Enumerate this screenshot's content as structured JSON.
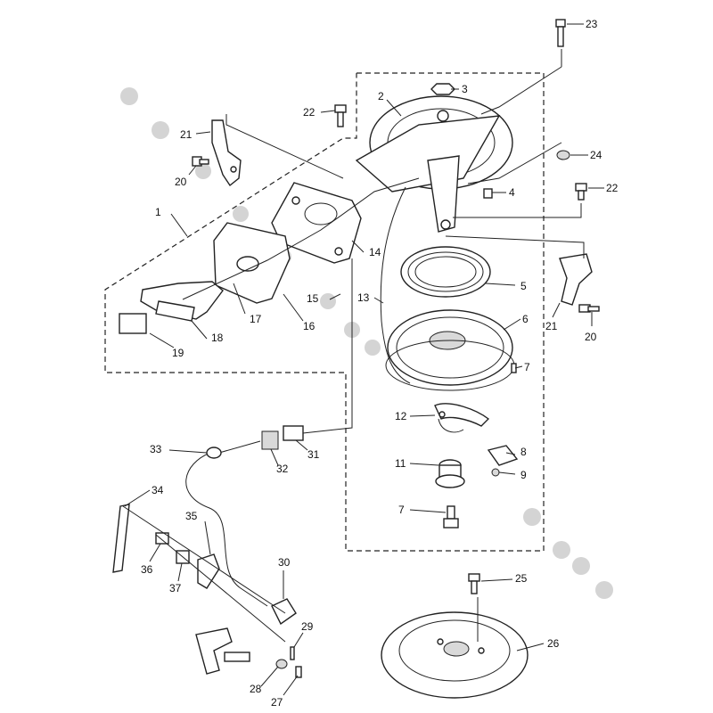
{
  "diagram": {
    "labels": {
      "p1": "1",
      "p2": "2",
      "p3": "3",
      "p4": "4",
      "p5": "5",
      "p6": "6",
      "p7a": "7",
      "p7b": "7",
      "p8": "8",
      "p9": "9",
      "p11": "11",
      "p12": "12",
      "p13": "13",
      "p14": "14",
      "p15": "15",
      "p16": "16",
      "p17": "17",
      "p18": "18",
      "p19": "19",
      "p20a": "20",
      "p20b": "20",
      "p21a": "21",
      "p21b": "21",
      "p22a": "22",
      "p22b": "22",
      "p23": "23",
      "p24": "24",
      "p25": "25",
      "p26": "26",
      "p27": "27",
      "p28": "28",
      "p29": "29",
      "p30": "30",
      "p31": "31",
      "p32": "32",
      "p33": "33",
      "p34": "34",
      "p35": "35",
      "p36": "36",
      "p37": "37"
    }
  }
}
